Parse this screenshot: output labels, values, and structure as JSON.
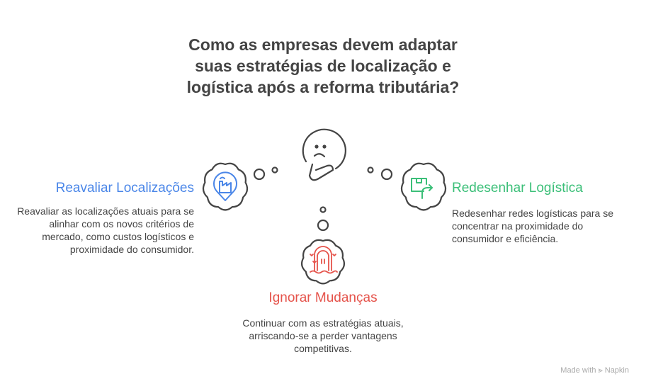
{
  "title": "Como as empresas devem adaptar suas estratégias de localização e logística após a reforma tributária?",
  "options": [
    {
      "heading": "Reavaliar Localizações",
      "text": "Reavaliar as localizações atuais para se alinhar com os novos critérios de mercado, como custos logísticos e proximidade do consumidor.",
      "color": "#4a86e8",
      "icon": "factory-location-icon"
    },
    {
      "heading": "Redesenhar Logística",
      "text": "Redesenhar redes logísticas para se concentrar na proximidade do consumidor e eficiência.",
      "color": "#3bbf78",
      "icon": "package-arrow-icon"
    },
    {
      "heading": "Ignorar Mudanças",
      "text": "Continuar com as estratégias atuais, arriscando-se a perder vantagens competitivas.",
      "color": "#e5534b",
      "icon": "flooded-door-icon"
    }
  ],
  "footer": "Made with ⪢ Napkin"
}
